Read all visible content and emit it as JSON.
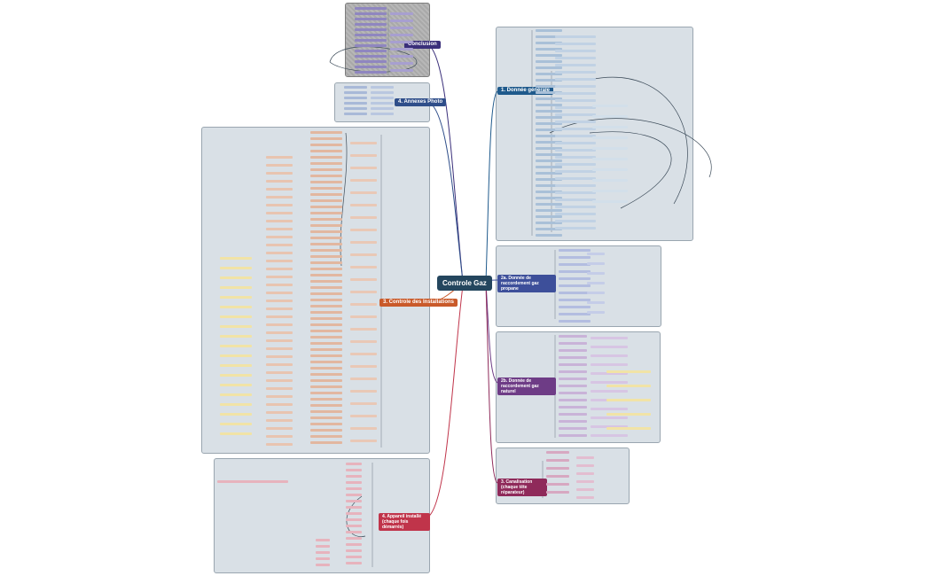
{
  "map": {
    "central": "Controle Gaz",
    "branches": [
      {
        "id": "conclusion",
        "label": "Conclusion",
        "color": "#3a2f7a"
      },
      {
        "id": "annexe",
        "label": "4. Annexes Photo",
        "color": "#2f4e8a"
      },
      {
        "id": "controle",
        "label": "3. Controle des Installations",
        "color": "#c95a2a"
      },
      {
        "id": "appareil",
        "label": "4. Appareil installé (chaque fois démarrés)",
        "color": "#c0344a"
      },
      {
        "id": "generale",
        "label": "1. Donnée générale",
        "color": "#1f5a8c"
      },
      {
        "id": "propane",
        "label": "2a. Donnée de raccordement gaz propane",
        "color": "#3d4f9a"
      },
      {
        "id": "naturel",
        "label": "2b. Donnée de raccordement gaz naturel",
        "color": "#6e3c86"
      },
      {
        "id": "canalisation",
        "label": "3. Canalisation (chaque tête réparateur)",
        "color": "#8f2a5a"
      }
    ]
  }
}
